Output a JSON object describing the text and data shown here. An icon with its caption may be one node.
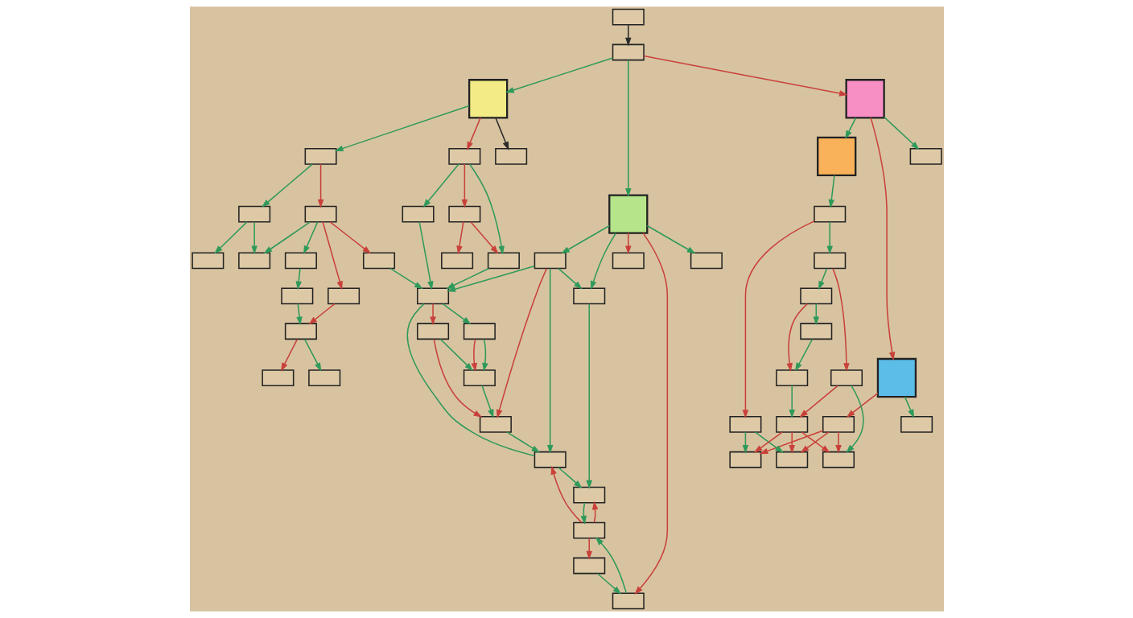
{
  "diagram": {
    "nodes": [
      {
        "text": [],
        "shape": "box"
      },
      {
        "text": [],
        "shape": "box"
      },
      {
        "text": [],
        "shape": "box"
      },
      {
        "text": [],
        "shape": "box"
      },
      {
        "text": [],
        "shape": "box"
      },
      {
        "text": [],
        "shape": "box"
      },
      {
        "text": [],
        "shape": "box"
      },
      {
        "text": [],
        "shape": "box"
      },
      {
        "text": [],
        "shape": "box"
      },
      {
        "text": [],
        "shape": "box"
      },
      {
        "text": [],
        "shape": "box"
      },
      {
        "text": [],
        "shape": "box"
      },
      {
        "text": [],
        "shape": "box"
      },
      {
        "text": [],
        "shape": "box"
      },
      {
        "text": [],
        "shape": "box"
      },
      {
        "text": [],
        "shape": "box"
      },
      {
        "text": [],
        "shape": "box"
      },
      {
        "text": [],
        "shape": "box"
      },
      {
        "text": [],
        "shape": "box"
      },
      {
        "text": [],
        "shape": "box"
      },
      {
        "text": [],
        "shape": "box"
      },
      {
        "text": [],
        "shape": "box"
      },
      {
        "text": [],
        "shape": "box"
      },
      {
        "text": [],
        "shape": "box"
      },
      {
        "text": [],
        "shape": "box"
      },
      {
        "text": [],
        "shape": "box"
      },
      {
        "text": [],
        "shape": "box"
      },
      {
        "text": [],
        "shape": "box"
      },
      {
        "text": [],
        "shape": "box"
      },
      {
        "text": [],
        "shape": "box"
      },
      {
        "text": [],
        "shape": "box"
      },
      {
        "text": [],
        "shape": "box"
      },
      {
        "text": [],
        "shape": "box"
      },
      {
        "text": [],
        "shape": "box"
      },
      {
        "text": [],
        "shape": "box"
      },
      {
        "text": [],
        "shape": "box"
      },
      {
        "text": [],
        "shape": "box"
      },
      {
        "text": [],
        "shape": "box"
      },
      {
        "text": [],
        "shape": "box"
      },
      {
        "text": [],
        "shape": "box"
      },
      {
        "text": [],
        "shape": "box"
      },
      {
        "text": [],
        "shape": "box"
      },
      {
        "text": [],
        "shape": "box"
      },
      {
        "text": [],
        "shape": "box"
      },
      {
        "text": [],
        "shape": "box"
      },
      {
        "text": [],
        "shape": "box"
      },
      {
        "text": [],
        "shape": "box"
      },
      {
        "text": [],
        "shape": "box"
      },
      {
        "text": [],
        "shape": "box"
      },
      {
        "text": [],
        "shape": "box"
      },
      {
        "text": [],
        "shape": "box"
      },
      {
        "text": [],
        "shape": "box"
      },
      {
        "text": [],
        "shape": "box"
      }
    ],
    "edges": [
      {
        "from": 0,
        "to": 1,
        "arrow": "to",
        "color": "#2b2b2b"
      },
      {
        "from": 1,
        "to": 2,
        "arrow": "to"
      },
      {
        "from": 1,
        "to": 4,
        "arrow": "to"
      },
      {
        "from": 1,
        "to": 7,
        "arrow": "to",
        "color": "#c8413b"
      },
      {
        "from": 2,
        "to": 3,
        "arrow": "to",
        "color": "#2b2b2b"
      },
      {
        "from": 2,
        "to": 11,
        "arrow": "to"
      },
      {
        "from": 2,
        "to": 12,
        "arrow": "to",
        "color": "#c8413b"
      },
      {
        "from": 4,
        "to": 5,
        "arrow": "to"
      },
      {
        "from": 4,
        "to": 6,
        "arrow": "to",
        "color": "#c8413b"
      },
      {
        "from": 4,
        "to": 13,
        "arrow": "to"
      },
      {
        "from": 4,
        "to": 15,
        "arrow": "to"
      },
      {
        "from": 4,
        "to": 14,
        "arrow": "to",
        "color": "#c8413b"
      },
      {
        "from": 7,
        "to": 8,
        "arrow": "to"
      },
      {
        "from": 7,
        "to": 9,
        "arrow": "to"
      },
      {
        "from": 7,
        "to": 10,
        "arrow": "to",
        "color": "#c8413b"
      },
      {
        "from": 9,
        "to": 22,
        "arrow": "to"
      },
      {
        "from": 10,
        "to": 20,
        "arrow": "to"
      },
      {
        "from": 10,
        "to": 21,
        "arrow": "to",
        "color": "#c8413b"
      },
      {
        "from": 11,
        "to": 16,
        "arrow": "to"
      },
      {
        "from": 11,
        "to": 17,
        "arrow": "to",
        "color": "#c8413b"
      },
      {
        "from": 12,
        "to": 18,
        "arrow": "to"
      },
      {
        "from": 12,
        "to": 27,
        "arrow": "to"
      },
      {
        "from": 12,
        "to": 19,
        "arrow": "to",
        "color": "#c8413b"
      },
      {
        "from": 13,
        "to": 36,
        "arrow": "to"
      },
      {
        "from": 13,
        "to": 48,
        "arrow": "to",
        "color": "#c8413b"
      },
      {
        "from": 13,
        "to": 15,
        "arrow": "to"
      },
      {
        "from": 13,
        "to": 37,
        "arrow": "to"
      },
      {
        "from": 15,
        "to": 29,
        "arrow": "to"
      },
      {
        "from": 14,
        "to": 30,
        "arrow": "to"
      },
      {
        "from": 29,
        "to": 30,
        "arrow": "to"
      },
      {
        "from": 30,
        "to": 29,
        "arrow": "to",
        "color": "#c8413b"
      },
      {
        "from": 30,
        "to": 37,
        "arrow": "to",
        "color": "#c8413b"
      },
      {
        "from": 30,
        "to": 38,
        "arrow": "to",
        "color": "#c8413b"
      },
      {
        "from": 37,
        "to": 29,
        "arrow": "to"
      },
      {
        "from": 38,
        "to": 14,
        "arrow": "to"
      },
      {
        "from": 16,
        "to": 23,
        "arrow": "to"
      },
      {
        "from": 16,
        "to": 24,
        "arrow": "to"
      },
      {
        "from": 17,
        "to": 24,
        "arrow": "to"
      },
      {
        "from": 17,
        "to": 25,
        "arrow": "to"
      },
      {
        "from": 17,
        "to": 26,
        "arrow": "to",
        "color": "#c8413b"
      },
      {
        "from": 17,
        "to": 35,
        "arrow": "to",
        "color": "#c8413b"
      },
      {
        "from": 25,
        "to": 34,
        "arrow": "to"
      },
      {
        "from": 26,
        "to": 36,
        "arrow": "to"
      },
      {
        "from": 18,
        "to": 36,
        "arrow": "to"
      },
      {
        "from": 27,
        "to": 36,
        "arrow": "to"
      },
      {
        "from": 19,
        "to": 27,
        "arrow": "to",
        "color": "#c8413b"
      },
      {
        "from": 19,
        "to": 28,
        "arrow": "to",
        "color": "#c8413b"
      },
      {
        "from": 34,
        "to": 40,
        "arrow": "to"
      },
      {
        "from": 35,
        "to": 40,
        "arrow": "to",
        "color": "#c8413b"
      },
      {
        "from": 40,
        "to": 44,
        "arrow": "to"
      },
      {
        "from": 40,
        "to": 45,
        "arrow": "to",
        "color": "#c8413b"
      },
      {
        "from": 36,
        "to": 46,
        "arrow": "to"
      },
      {
        "from": 36,
        "to": 47,
        "arrow": "to",
        "color": "#c8413b"
      },
      {
        "from": 36,
        "to": 37,
        "arrow": "none"
      },
      {
        "from": 46,
        "to": 49,
        "arrow": "to",
        "color": "#c8413b"
      },
      {
        "from": 46,
        "to": 49,
        "arrow": "to"
      },
      {
        "from": 47,
        "to": 49,
        "arrow": "to"
      },
      {
        "from": 47,
        "to": 48,
        "arrow": "to",
        "color": "#c8413b"
      },
      {
        "from": 49,
        "to": 48,
        "arrow": "to"
      },
      {
        "from": 48,
        "to": 37,
        "arrow": "to"
      },
      {
        "from": 22,
        "to": 33,
        "arrow": "to"
      },
      {
        "from": 22,
        "to": 32,
        "arrow": "to",
        "color": "#c8413b"
      },
      {
        "from": 33,
        "to": 41,
        "arrow": "to"
      },
      {
        "from": 33,
        "to": 42,
        "arrow": "to",
        "color": "#c8413b"
      },
      {
        "from": 32,
        "to": 31,
        "arrow": "to"
      },
      {
        "from": 32,
        "to": 39,
        "arrow": "to"
      },
      {
        "from": 41,
        "to": 50,
        "arrow": "to"
      },
      {
        "from": 41,
        "to": 51,
        "arrow": "to",
        "color": "#c8413b"
      },
      {
        "from": 50,
        "to": 51,
        "arrow": "to"
      },
      {
        "from": 51,
        "to": 52,
        "arrow": "to"
      },
      {
        "from": 42,
        "to": 43,
        "arrow": "to"
      },
      {
        "from": 42,
        "to": 52,
        "arrow": "to",
        "color": "#c8413b"
      },
      {
        "from": 21,
        "to": 31,
        "arrow": "to",
        "color": "#c8413b"
      },
      {
        "from": 21,
        "to": 39,
        "arrow": "to",
        "color": "#c8413b"
      },
      {
        "from": 21,
        "to": 43,
        "arrow": "to",
        "color": "#c8413b"
      },
      {
        "from": 52,
        "to": 31,
        "arrow": "to",
        "color": "#c8413b"
      },
      {
        "from": 52,
        "to": 39,
        "arrow": "to",
        "color": "#c8413b"
      },
      {
        "from": 52,
        "to": 43,
        "arrow": "to",
        "color": "#c8413b"
      }
    ]
  }
}
